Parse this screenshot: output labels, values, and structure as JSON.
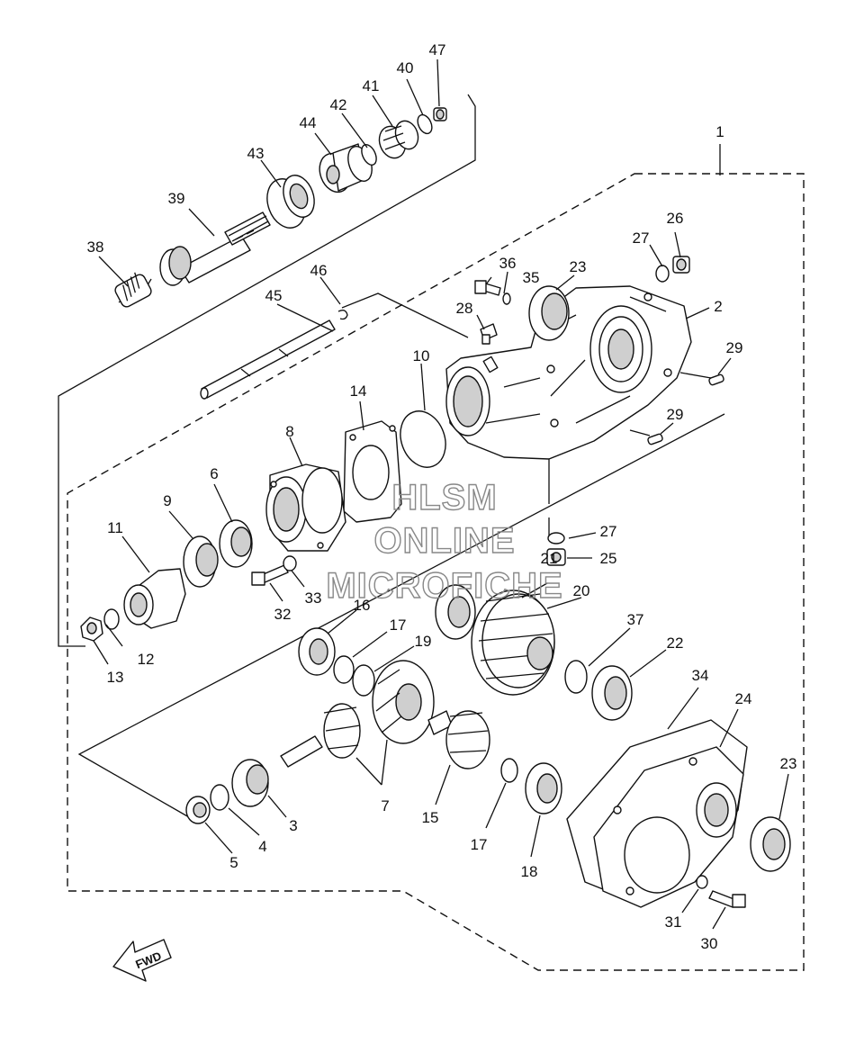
{
  "watermark": {
    "line1": "HLSM",
    "line2": "ONLINE",
    "line3": "MICROFICHE"
  },
  "fwd_label": "FWD",
  "callouts": {
    "c1": "1",
    "c2": "2",
    "c3": "3",
    "c4": "4",
    "c5": "5",
    "c6": "6",
    "c7": "7",
    "c8": "8",
    "c9": "9",
    "c10": "10",
    "c11": "11",
    "c12": "12",
    "c13": "13",
    "c14": "14",
    "c15": "15",
    "c16": "16",
    "c17a": "17",
    "c17b": "17",
    "c18": "18",
    "c19": "19",
    "c20": "20",
    "c21": "21",
    "c22": "22",
    "c23a": "23",
    "c23b": "23",
    "c24": "24",
    "c25": "25",
    "c26": "26",
    "c27a": "27",
    "c27b": "27",
    "c28": "28",
    "c29a": "29",
    "c29b": "29",
    "c30": "30",
    "c31": "31",
    "c32": "32",
    "c33": "33",
    "c34": "34",
    "c35": "35",
    "c36": "36",
    "c37": "37",
    "c38": "38",
    "c39": "39",
    "c40": "40",
    "c41": "41",
    "c42": "42",
    "c43": "43",
    "c44": "44",
    "c45": "45",
    "c46": "46",
    "c47": "47"
  }
}
